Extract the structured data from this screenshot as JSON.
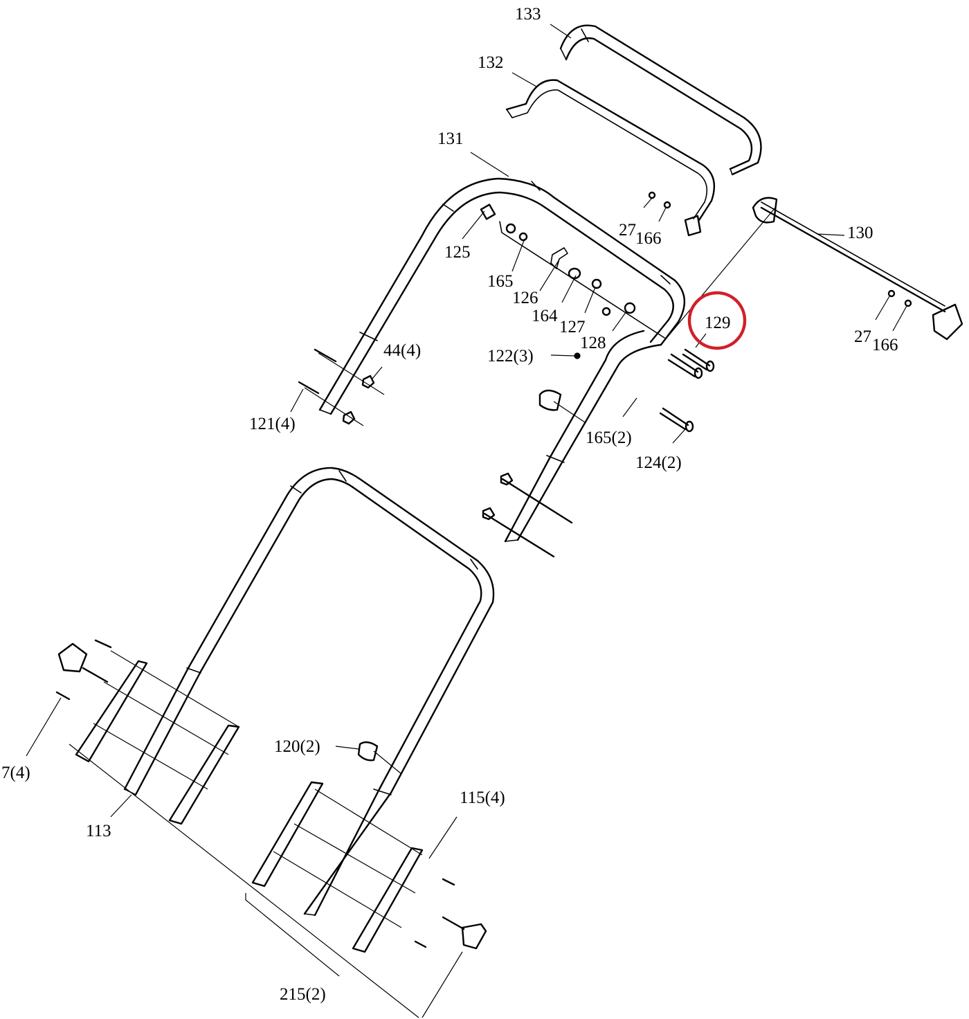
{
  "labels": {
    "p133": "133",
    "p132": "132",
    "p131": "131",
    "p130": "130",
    "p129": "129",
    "p128": "128",
    "p127": "127",
    "p126": "126",
    "p125": "125",
    "p124": "124(2)",
    "p122": "122(3)",
    "p121": "121(4)",
    "p120": "120(2)",
    "p44": "44(4)",
    "p27a": "27",
    "p166a": "166",
    "p27b": "27",
    "p166b": "166",
    "p165a": "165",
    "p165b": "165(2)",
    "p164": "164",
    "p115": "115(4)",
    "p113": "113",
    "p7": "7(4)",
    "p215": "215(2)"
  },
  "highlight": {
    "part": "129",
    "color": "#d0202a"
  }
}
